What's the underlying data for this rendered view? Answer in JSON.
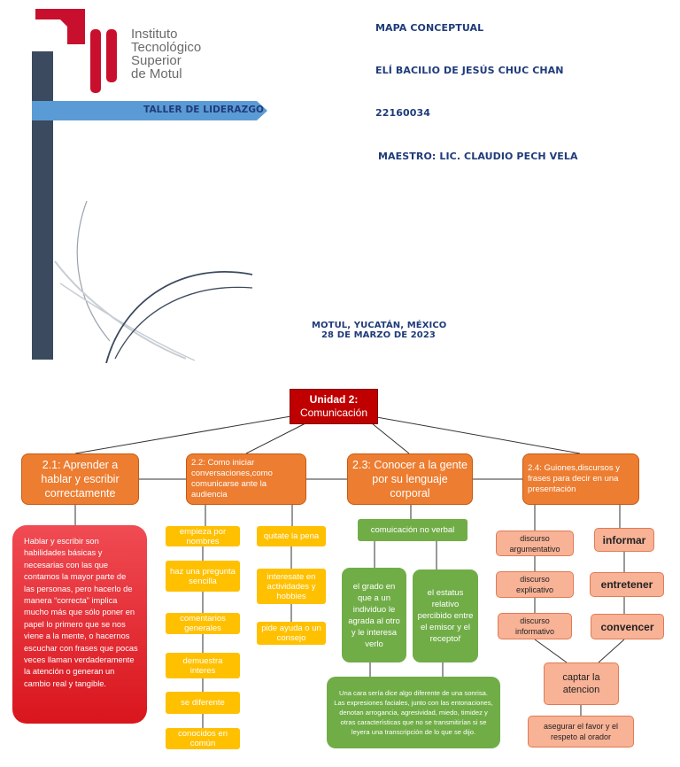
{
  "cover": {
    "logo_lines": [
      "Instituto",
      "Tecnológico",
      "Superior",
      "de Motul"
    ],
    "banner_label": "TALLER DE LIDERAZGO",
    "doc_type": "MAPA CONCEPTUAL",
    "student": "ELÍ BACILIO DE JESÚS CHUC CHAN",
    "student_id": "22160034",
    "teacher": "MAESTRO: LIC. CLAUDIO PECH VELA",
    "location": "MOTUL, YUCATÁN, MÉXICO",
    "date": "28 DE MARZO DE 2023",
    "colors": {
      "logo_red": "#c8102e",
      "navy": "#3b4a5e",
      "banner_blue": "#5b9bd5",
      "heading_blue": "#1f3b7a"
    }
  },
  "map": {
    "root": {
      "line1": "Unidad 2:",
      "line2": "Comunicación"
    },
    "sections": {
      "s1": {
        "title": "2.1: Aprender a hablar y escribir correctamente",
        "body": "Hablar y escribir son habilidades básicas y necesarias con las que contamos la mayor parte de las personas, pero hacerlo de manera “correcta” implica mucho más que sólo poner en papel lo primero que se nos viene a la mente, o hacernos escuchar con frases que pocas veces llaman verdaderamente la atención o generan un cambio real y tangible."
      },
      "s2": {
        "title": "2.2: Como iniciar conversaciones,como comunicarse ante la audiencia",
        "left_items": [
          "empieza por nombres",
          "haz una pregunta sencilla",
          "comentarios generales",
          "demuestra interes",
          "se diferente",
          "conocidos en común"
        ],
        "right_items": [
          "quitate la pena",
          "interesate en actividades y hobbies",
          "pide ayuda o un consejo"
        ]
      },
      "s3": {
        "title": "2.3: Conocer a la gente por su lenguaje corporal",
        "header": "comuicación no verbal",
        "left_box": "el grado en que a un individuo le agrada al otro y le interesa verlo",
        "right_box": "el estatus relativo percibido entre el emisor y el receptoř",
        "bottom_box": "Una cara sería dice algo diferente de una sonrisa. Las expresiones faciales, junto con las entonaciones, denotan arrogancia, agresividad, miedo, timidez y otras características que no se transmitirían si se leyera una transcripción de lo que se dijo."
      },
      "s4": {
        "title": "2.4: Guiones,discursos y frases para decir en una presentación",
        "left_items": [
          "discurso argumentativo",
          "discurso explicativo",
          "discurso informativo"
        ],
        "right_items": [
          "informar",
          "entretener",
          "convencer"
        ],
        "center": "captar la atencion",
        "bottom": "asegurar el favor y el respeto al orador"
      }
    },
    "colors": {
      "root": "#c00000",
      "orange": "#ed7d31",
      "yellow": "#ffc000",
      "green": "#70ad47",
      "salmon": "#f8b296",
      "red_card": "#e8232b"
    }
  }
}
